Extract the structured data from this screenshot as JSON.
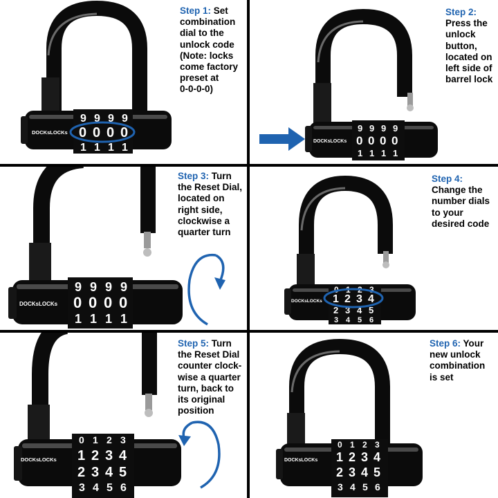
{
  "colors": {
    "step_accent": "#1f63b0",
    "text": "#000000",
    "lock_body": "#0b0b0b",
    "arrow": "#1f63b0"
  },
  "brand": "DOCKsLOCKs",
  "steps": [
    {
      "number": "Step 1:",
      "text": "Set\ncombination\ndial to the\nunlock code\n(Note: locks\ncome factory\npreset at\n0-0-0-0)",
      "dials": {
        "top": [
          "9",
          "9",
          "9",
          "9"
        ],
        "middle": [
          "0",
          "0",
          "0",
          "0"
        ],
        "bottom": [
          "1",
          "1",
          "1",
          "1"
        ]
      }
    },
    {
      "number": "Step 2:",
      "text": "Press the\nunlock\nbutton,\nlocated on\nleft side of\nbarrel lock",
      "dials": {
        "top": [
          "9",
          "9",
          "9",
          "9"
        ],
        "middle": [
          "0",
          "0",
          "0",
          "0"
        ],
        "bottom": [
          "1",
          "1",
          "1",
          "1"
        ]
      }
    },
    {
      "number": "Step 3:",
      "text": "Turn\nthe Reset Dial,\nlocated on\nright side,\nclockwise a\nquarter turn",
      "dials": {
        "top": [
          "9",
          "9",
          "9",
          "9"
        ],
        "middle": [
          "0",
          "0",
          "0",
          "0"
        ],
        "bottom": [
          "1",
          "1",
          "1",
          "1"
        ]
      }
    },
    {
      "number": "Step 4:",
      "text": "Change the\nnumber dials\nto your\ndesired code",
      "dials": {
        "top": [
          "0",
          "1",
          "2",
          "3"
        ],
        "middle": [
          "1",
          "2",
          "3",
          "4"
        ],
        "bottom": [
          "2",
          "3",
          "4",
          "5"
        ],
        "extra": [
          "3",
          "4",
          "5",
          "6"
        ]
      }
    },
    {
      "number": "Step 5:",
      "text": "Turn\nthe Reset Dial\ncounter clock-\nwise a quarter\nturn, back to\nits original\nposition",
      "dials": {
        "top": [
          "0",
          "1",
          "2",
          "3"
        ],
        "middle": [
          "1",
          "2",
          "3",
          "4"
        ],
        "bottom": [
          "2",
          "3",
          "4",
          "5"
        ],
        "extra": [
          "3",
          "4",
          "5",
          "6"
        ]
      }
    },
    {
      "number": "Step 6:",
      "text": "Your\nnew unlock\ncombination\nis set",
      "dials": {
        "top": [
          "0",
          "1",
          "2",
          "3"
        ],
        "middle": [
          "1",
          "2",
          "3",
          "4"
        ],
        "bottom": [
          "2",
          "3",
          "4",
          "5"
        ],
        "extra": [
          "3",
          "4",
          "5",
          "6"
        ]
      }
    }
  ]
}
